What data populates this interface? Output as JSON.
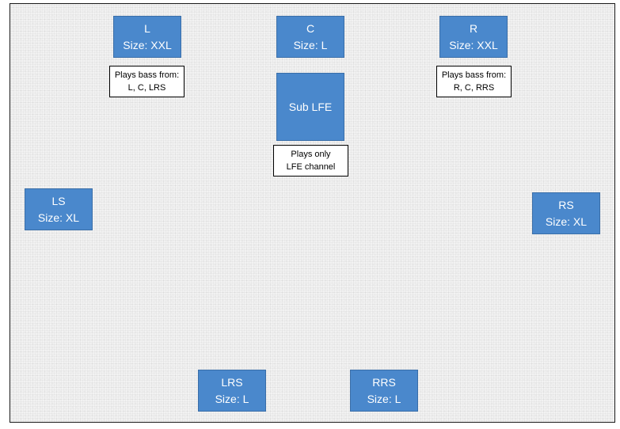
{
  "speakers": {
    "l": {
      "name": "L",
      "size": "Size: XXL"
    },
    "c": {
      "name": "C",
      "size": "Size: L"
    },
    "r": {
      "name": "R",
      "size": "Size: XXL"
    },
    "sub": {
      "name": "Sub LFE"
    },
    "ls": {
      "name": "LS",
      "size": "Size: XL"
    },
    "rs": {
      "name": "RS",
      "size": "Size: XL"
    },
    "lrs": {
      "name": "LRS",
      "size": "Size: L"
    },
    "rrs": {
      "name": "RRS",
      "size": "Size: L"
    }
  },
  "notes": {
    "left": {
      "line1": "Plays bass from:",
      "line2": "L, C, LRS"
    },
    "sub": {
      "line1": "Plays only",
      "line2": "LFE channel"
    },
    "right": {
      "line1": "Plays bass from:",
      "line2": "R, C, RRS"
    }
  },
  "colors": {
    "speaker_fill": "#4a88cc",
    "room_background": "#f2f2f2"
  }
}
